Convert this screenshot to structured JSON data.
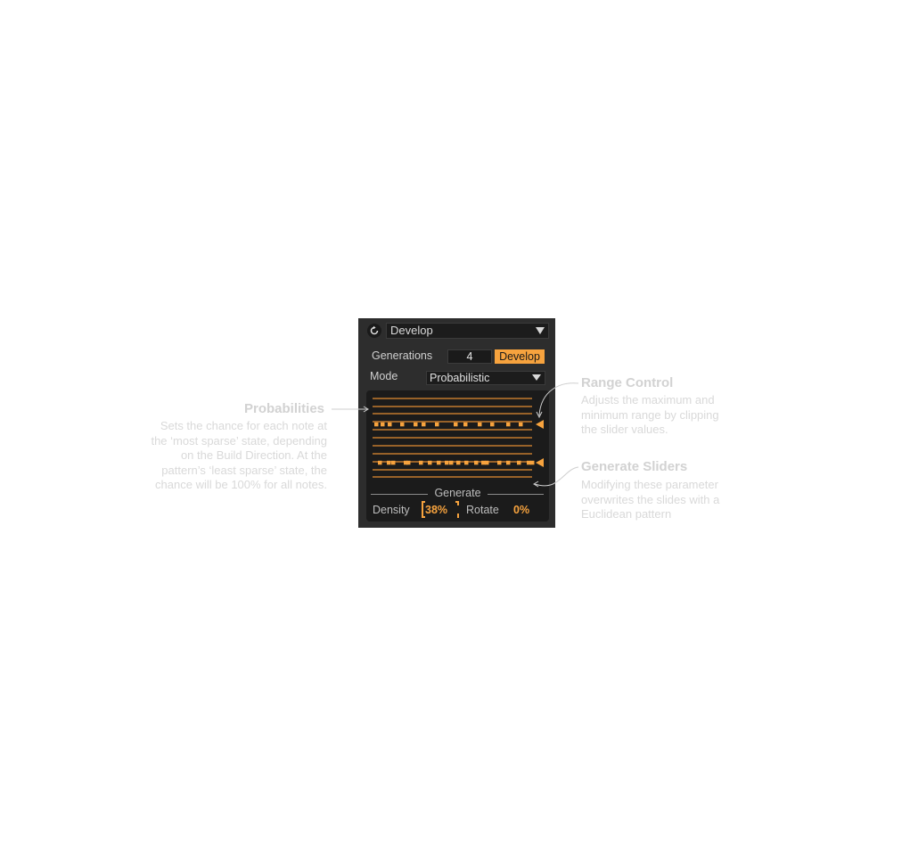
{
  "panel": {
    "preset": {
      "value": "Develop",
      "icon": "chevron-down-icon"
    },
    "reset_icon": "reset-icon",
    "generations": {
      "label": "Generations",
      "value": "4",
      "button_label": "Develop"
    },
    "mode": {
      "label": "Mode",
      "value": "Probabilistic"
    },
    "generate": {
      "title": "Generate",
      "density": {
        "label": "Density",
        "value": "38%"
      },
      "rotate": {
        "label": "Rotate",
        "value": "0%"
      }
    },
    "accent_color": "#f7a33e",
    "background_color": "#2d2d2d"
  },
  "annotations": {
    "probabilities": {
      "title": "Probabilities",
      "lines": [
        "Sets the chance for each note at",
        "the ‘most sparse’ state, depending",
        "on the Build Direction. At the",
        "pattern’s ‘least sparse’ state, the",
        "chance will be 100% for all notes."
      ]
    },
    "range_control": {
      "title": "Range Control",
      "lines": [
        "Adjusts the maximum and",
        "minimum range by clipping",
        "the slider values."
      ]
    },
    "generate_sliders": {
      "title": "Generate Sliders",
      "lines": [
        "Modifying these parameter",
        "overwrites the slides with a",
        "Euclidean pattern"
      ]
    },
    "text_color": "#d9d9d9"
  }
}
